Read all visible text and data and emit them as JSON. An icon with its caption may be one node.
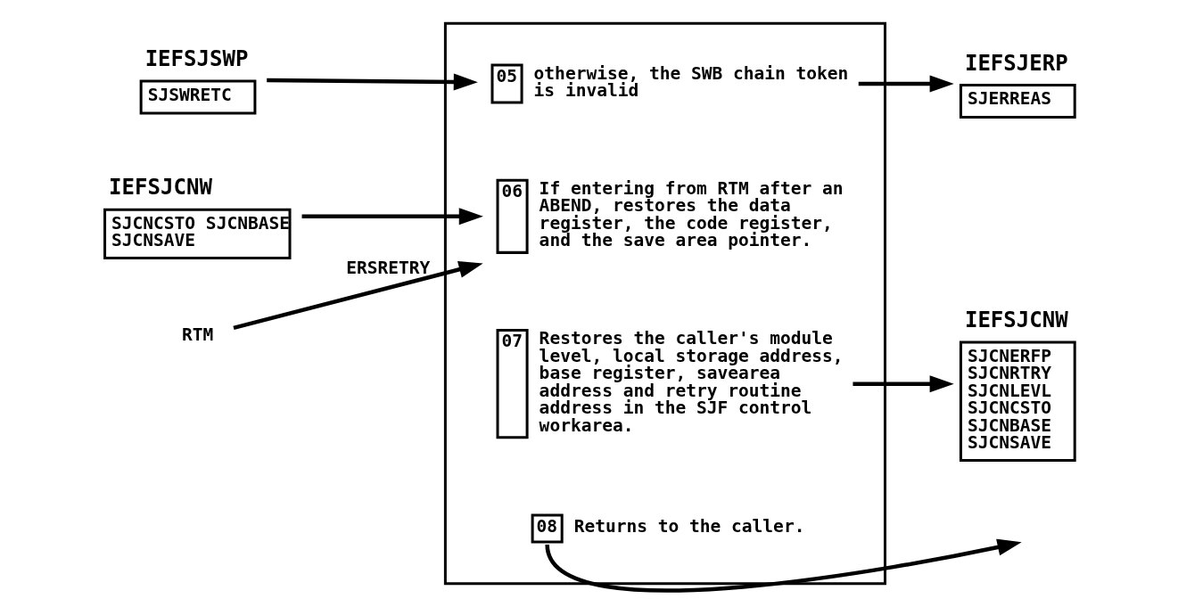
{
  "diagram": {
    "nodes": [
      {
        "text": [],
        "shape": "box"
      },
      {
        "text": [
          "05"
        ],
        "in": 0,
        "beside": [
          "otherwise, the SWB chain token is invalid"
        ]
      },
      {
        "text": [
          "06"
        ],
        "in": 0,
        "beside": [
          "If entering from RTM after an ABEND, restores the data register, the code register, and the save area pointer."
        ]
      },
      {
        "text": [
          "07"
        ],
        "in": 0,
        "beside": [
          "Restores the caller's module level, local storage address, base register, savearea address and retry routine address in the SJF control workarea."
        ]
      },
      {
        "text": [
          "08"
        ],
        "in": 0,
        "beside": [
          "Returns to the caller."
        ]
      },
      {
        "text": [
          "IEFSJSWP",
          "SJSWRETC"
        ]
      },
      {
        "text": [
          "IEFSJCNW",
          "SJCNCSTO SJCNBASE",
          "SJCNSAVE"
        ]
      },
      {
        "text": [
          "IEFSJERP",
          "SJERREAS"
        ]
      },
      {
        "text": [
          "IEFSJCNW",
          "SJCNERFP",
          "SJCNRTRY",
          "SJCNLEVL",
          "SJCNCSTO",
          "SJCNBASE",
          "SJCNSAVE"
        ]
      },
      {
        "text": [
          "RTM"
        ]
      }
    ],
    "edges": [
      {
        "from": 5,
        "to": 1,
        "arrow": "to"
      },
      {
        "from": 9,
        "to": 2,
        "arrow": "to",
        "label": "ERSRETRY"
      },
      {
        "from": 6,
        "to": 2,
        "arrow": "to"
      },
      {
        "from": 1,
        "to": 7,
        "arrow": "to"
      },
      {
        "from": 3,
        "to": 8,
        "arrow": "to"
      },
      {
        "from": 4,
        "to": null,
        "arrow": "to"
      }
    ]
  }
}
